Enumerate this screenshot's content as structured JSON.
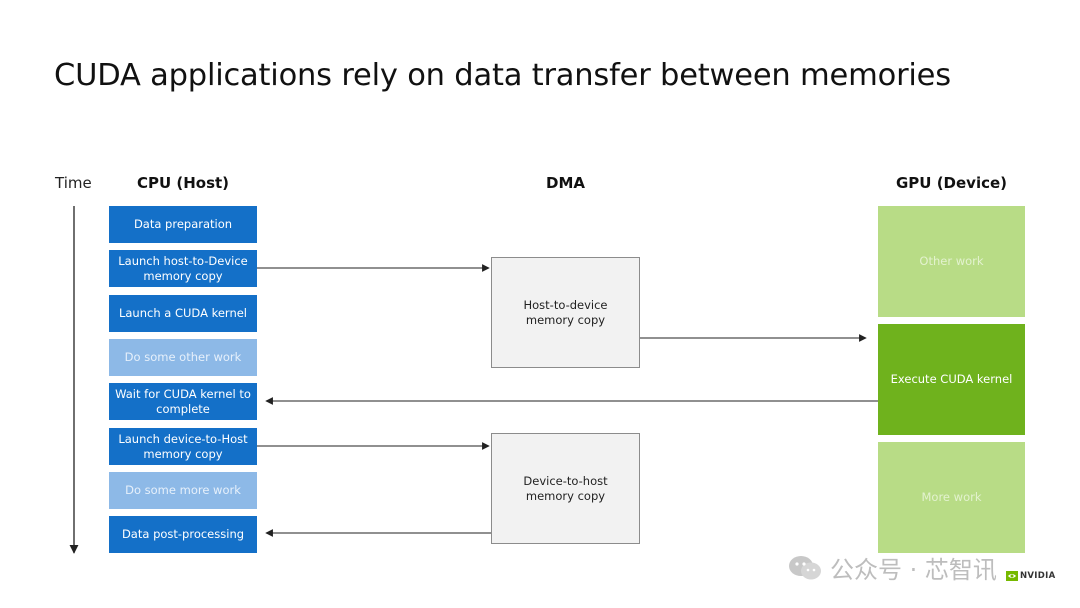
{
  "title": "CUDA applications rely on data transfer between memories",
  "headers": {
    "time": "Time",
    "cpu": "CPU (Host)",
    "dma": "DMA",
    "gpu": "GPU (Device)"
  },
  "cpu_steps": [
    {
      "label": "Data preparation",
      "state": "active"
    },
    {
      "label": "Launch host-to-Device memory copy",
      "state": "active"
    },
    {
      "label": "Launch a CUDA kernel",
      "state": "active"
    },
    {
      "label": "Do some other work",
      "state": "inactive"
    },
    {
      "label": "Wait for CUDA kernel to complete",
      "state": "active"
    },
    {
      "label": "Launch device-to-Host memory copy",
      "state": "active"
    },
    {
      "label": "Do some more work",
      "state": "inactive"
    },
    {
      "label": "Data post-processing",
      "state": "active"
    }
  ],
  "dma_steps": [
    {
      "label": "Host-to-device memory copy"
    },
    {
      "label": "Device-to-host memory copy"
    }
  ],
  "gpu_steps": [
    {
      "label": "Other work",
      "state": "inactive"
    },
    {
      "label": "Execute CUDA kernel",
      "state": "active"
    },
    {
      "label": "More work",
      "state": "inactive"
    }
  ],
  "watermark": "公众号 · 芯智讯",
  "brand": "NVIDIA",
  "colors": {
    "cpu_active": "#1470c8",
    "cpu_inactive": "#8db9e7",
    "gpu_active": "#6fb21d",
    "gpu_inactive": "#b8dc86",
    "dma_fill": "#f2f2f2",
    "arrow": "#222222"
  }
}
